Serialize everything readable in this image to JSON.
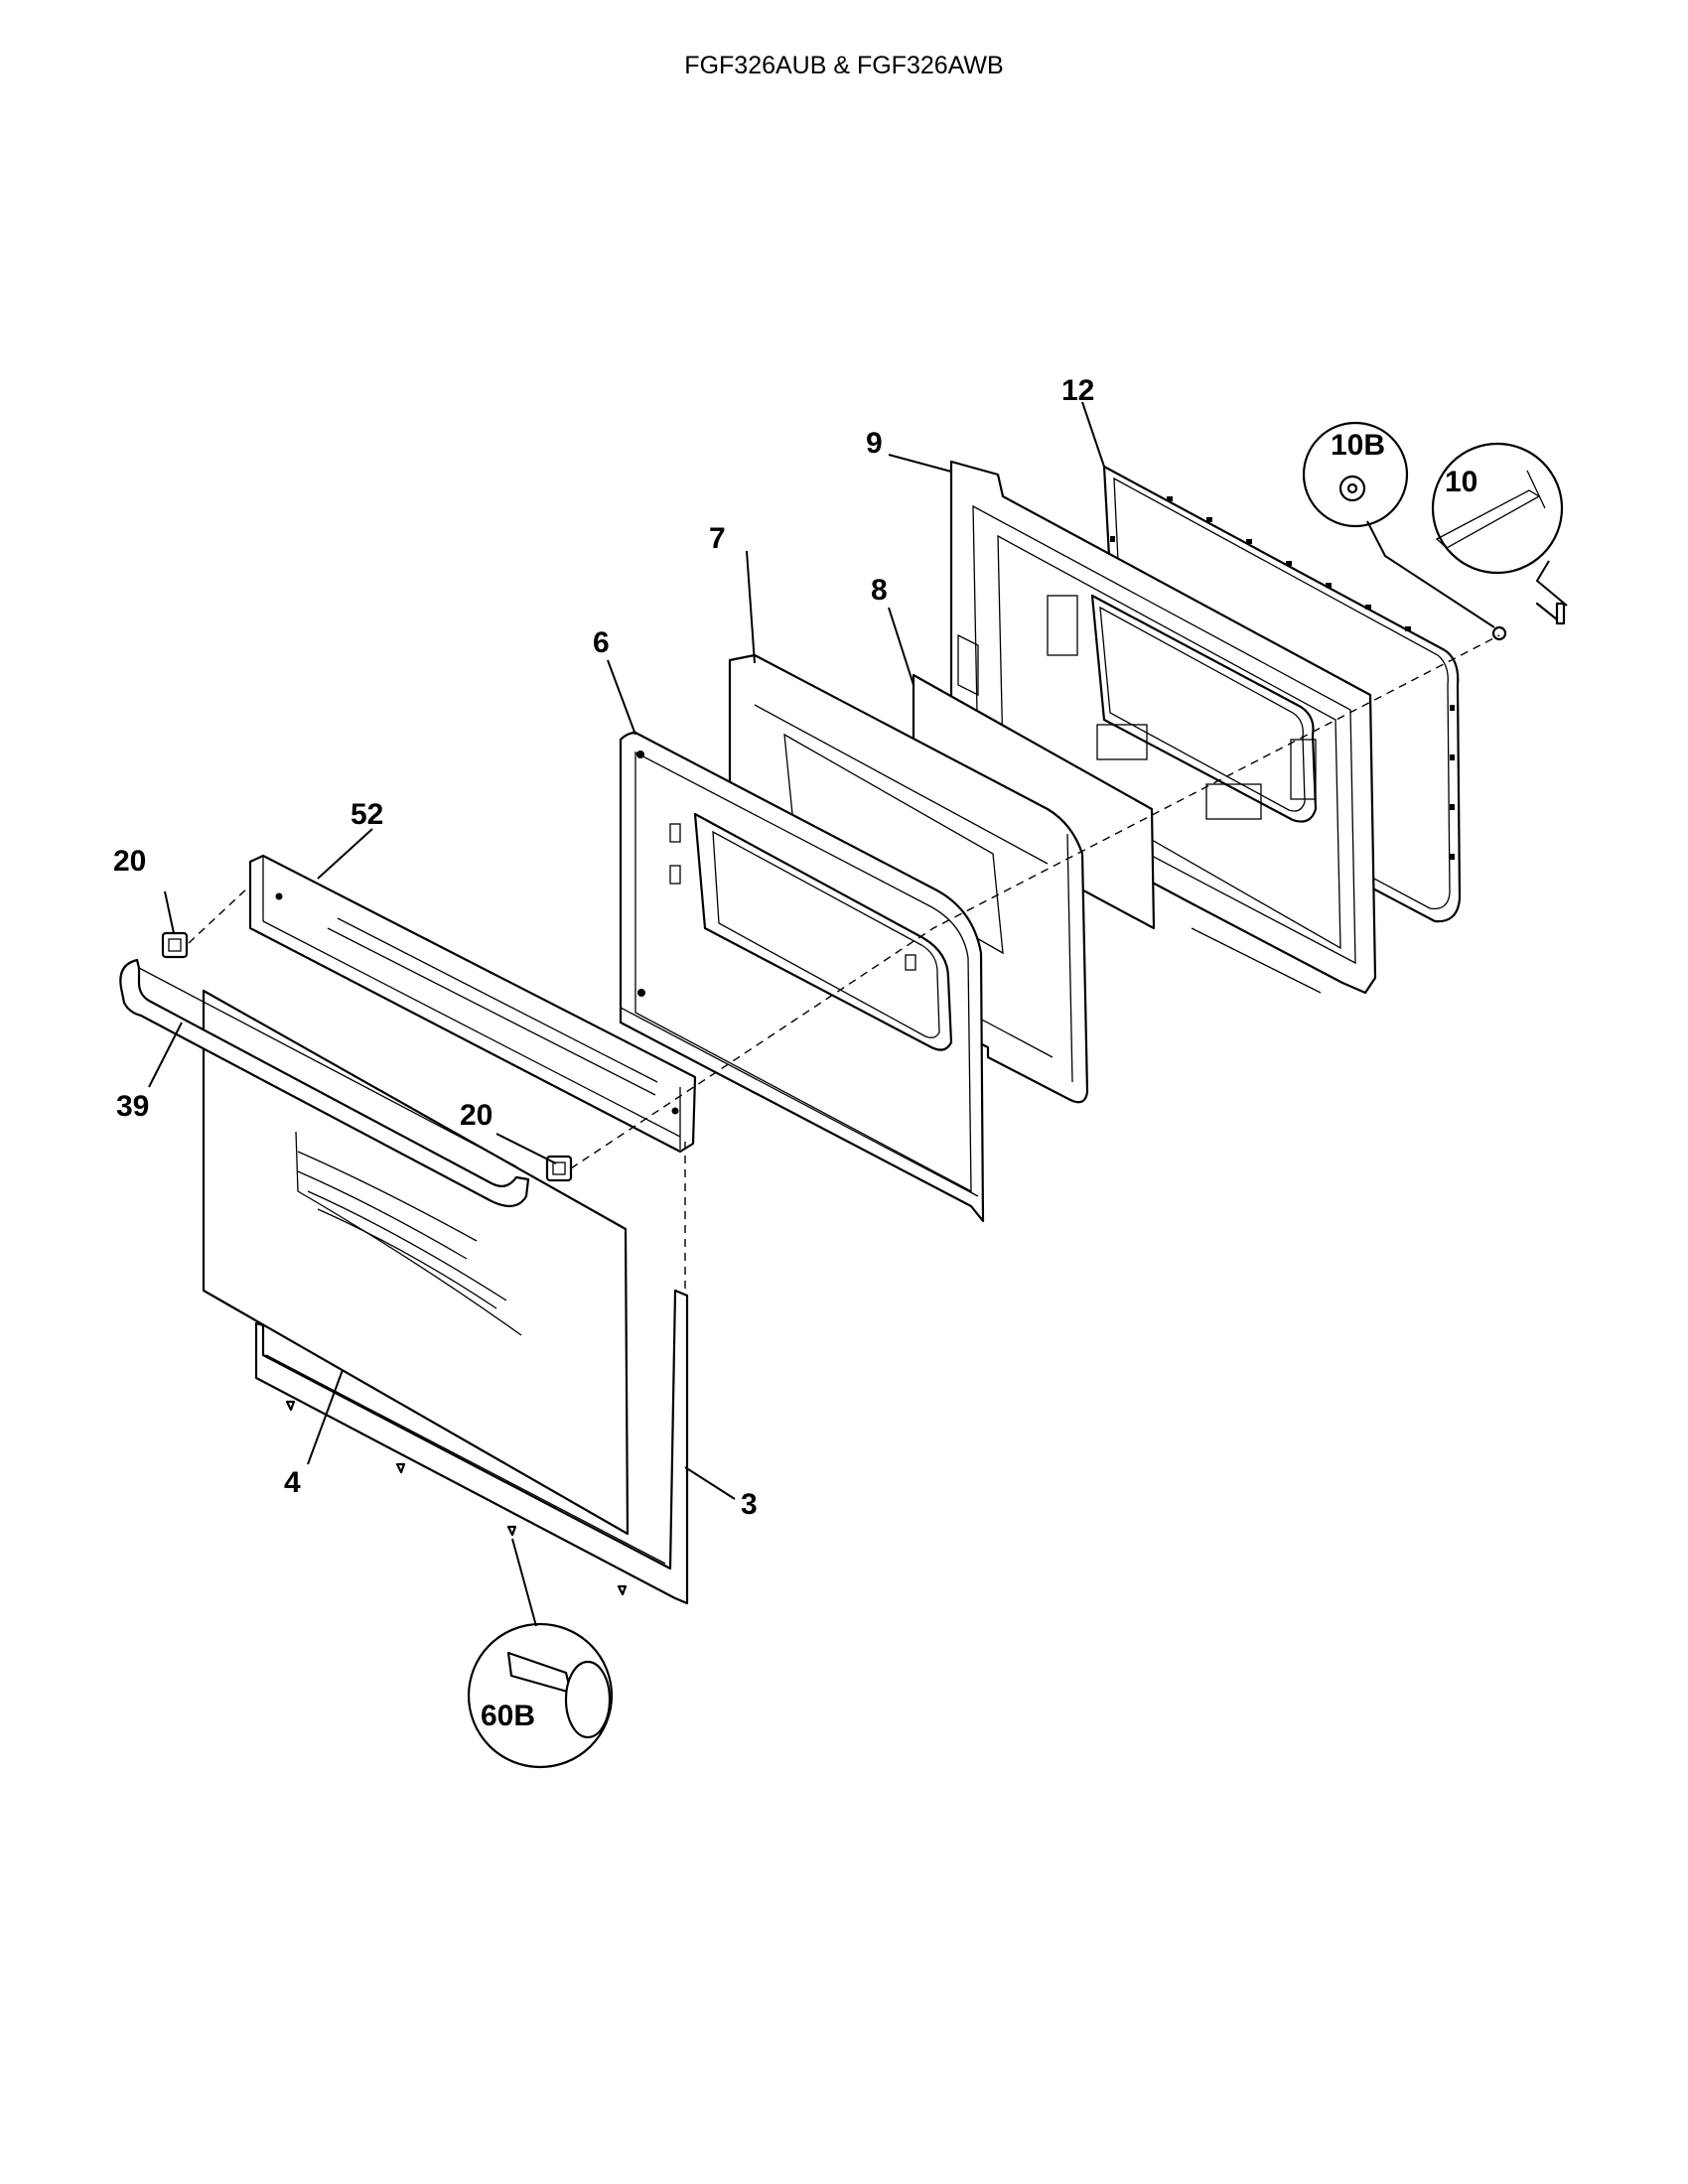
{
  "title": "FGF326AUB & FGF326AWB",
  "callouts": {
    "c12": "12",
    "c9": "9",
    "c10b": "10B",
    "c10": "10",
    "c7": "7",
    "c8": "8",
    "c6": "6",
    "c52": "52",
    "c20a": "20",
    "c20b": "20",
    "c39": "39",
    "c4": "4",
    "c3": "3",
    "c60b": "60B"
  }
}
